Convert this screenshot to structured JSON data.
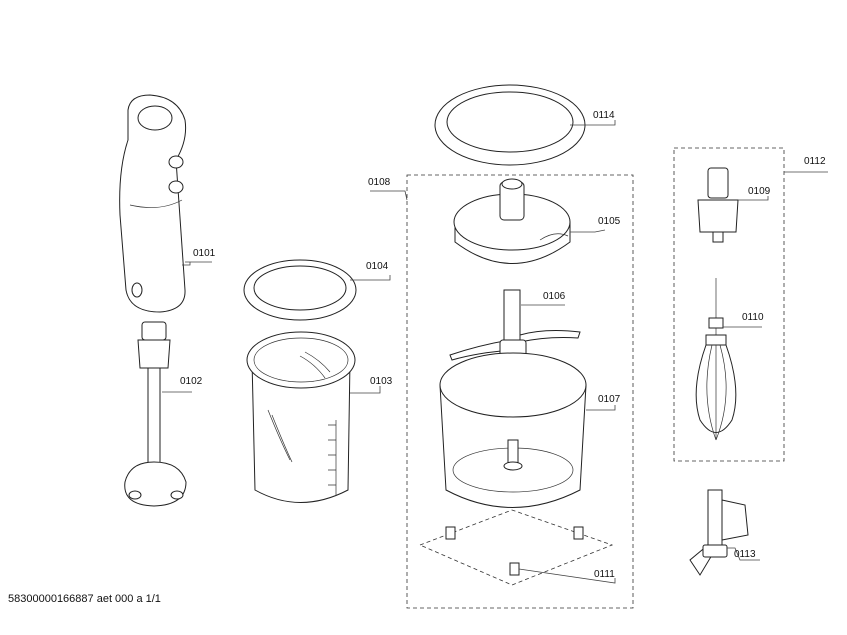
{
  "labels": {
    "p0101": "0101",
    "p0102": "0102",
    "p0103": "0103",
    "p0104": "0104",
    "p0105": "0105",
    "p0106": "0106",
    "p0107": "0107",
    "p0108": "0108",
    "p0109": "0109",
    "p0110": "0110",
    "p0111": "0111",
    "p0112": "0112",
    "p0113": "0113",
    "p0114": "0114"
  },
  "footer": "58300000166887 aet 000 a 1/1"
}
